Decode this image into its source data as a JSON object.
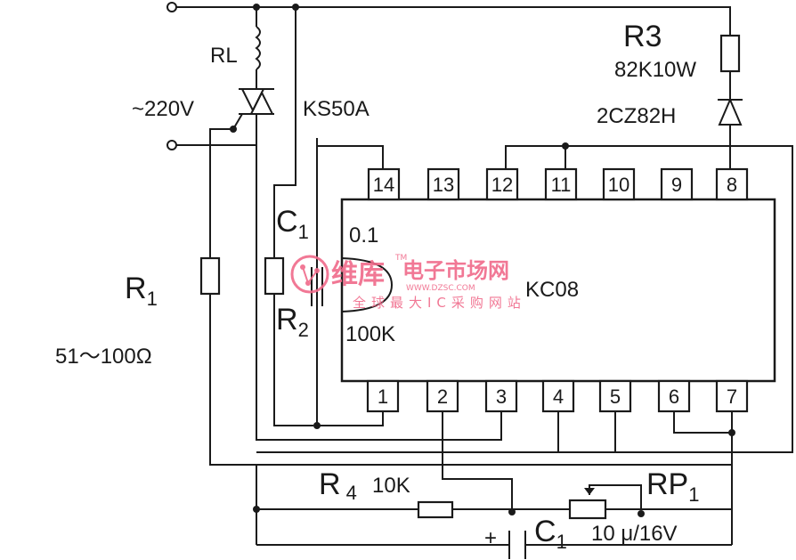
{
  "labels": {
    "rl": "RL",
    "supply": "~220V",
    "triac": "KS50A",
    "r3": "R3",
    "r3_value": "82K10W",
    "diode": "2CZ82H",
    "c1_top_name": "C",
    "c1_top_sub": "1",
    "c1_value": "0.1",
    "r1_name": "R",
    "r1_sub": "1",
    "r1_value": "51～100Ω",
    "r2_name": "R",
    "r2_sub": "2",
    "r2_value": "100K",
    "chip": "KC08",
    "r4_name": "R",
    "r4_sub": "4",
    "r4_value": "10K",
    "rp1_name": "RP",
    "rp1_sub": "1",
    "c1_bot_plus": "+",
    "c1_bot_name": "C",
    "c1_bot_sub": "1",
    "c1_bot_value": "10 μ/16V"
  },
  "pins_top": [
    "14",
    "13",
    "12",
    "11",
    "10",
    "9",
    "8"
  ],
  "pins_bottom": [
    "1",
    "2",
    "3",
    "4",
    "5",
    "6",
    "7"
  ],
  "watermark": {
    "logo": "维库",
    "title": "电子市场网",
    "url": "WWW.DZSC.COM",
    "slogan": "全球最大IC采购网站",
    "tm": "TM"
  },
  "colors": {
    "ink": "#1a1a1a",
    "watermark": "#f06a8a"
  }
}
